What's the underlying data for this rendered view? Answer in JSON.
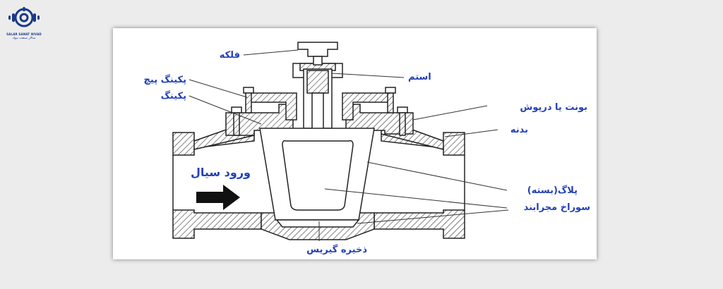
{
  "brand": {
    "name_en": "SALAR SANAT NIVAD",
    "name_fa": "سالار صنعت نیواد"
  },
  "diagram": {
    "labels": {
      "handwheel": "فلکه",
      "stem": "استم",
      "packing_screw": "پکینگ پیچ",
      "packing": "پکینگ",
      "bonnet": "بونت یا درپوش",
      "body": "بدنه",
      "fluid_inlet": "ورود سیال",
      "plug": "پلاگ(بسته)",
      "flow_hole": "سوراخ مجرابند",
      "grease_reservoir": "ذخیره گیریس"
    }
  }
}
